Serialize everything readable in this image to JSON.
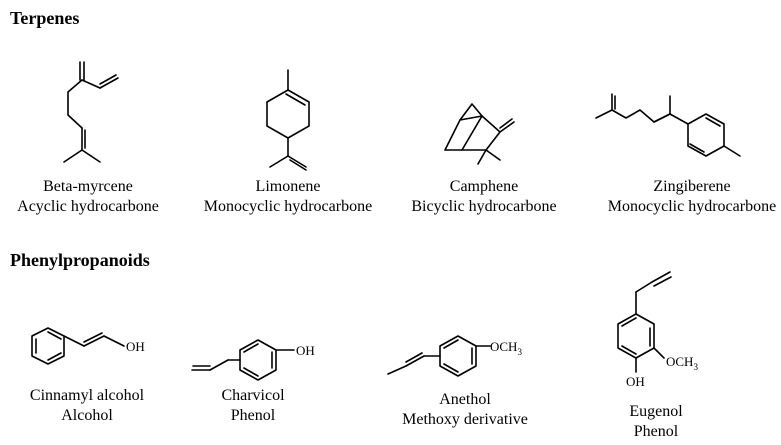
{
  "sections": {
    "terpenes": "Terpenes",
    "phenylpropanoids": "Phenylpropanoids"
  },
  "compounds": [
    {
      "name": "Beta-myrcene",
      "class": "Acyclic hydrocarbone"
    },
    {
      "name": "Limonene",
      "class": "Monocyclic hydrocarbone"
    },
    {
      "name": "Camphene",
      "class": "Bicyclic hydrocarbone"
    },
    {
      "name": "Zingiberene",
      "class": "Monocyclic hydrocarbone"
    },
    {
      "name": "Cinnamyl alcohol",
      "class": "Alcohol"
    },
    {
      "name": "Charvicol",
      "class": "Phenol"
    },
    {
      "name": "Anethol",
      "class": "Methoxy derivative"
    },
    {
      "name": "Eugenol",
      "class": "Phenol"
    }
  ],
  "atom_labels": {
    "oh": "OH",
    "och3": "OCH",
    "sub3": "3"
  }
}
